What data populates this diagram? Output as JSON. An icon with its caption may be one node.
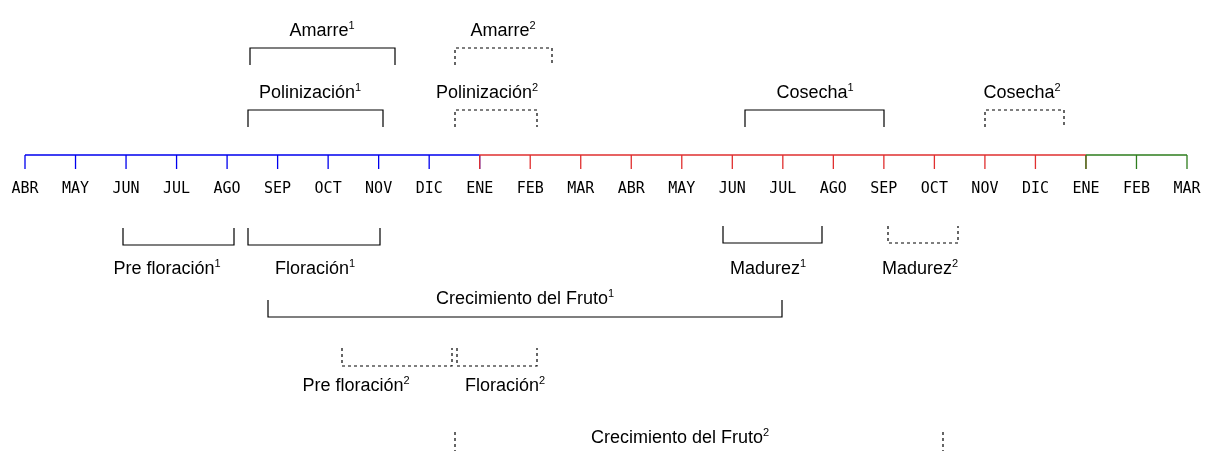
{
  "diagram": {
    "labels": [
      "Amarre$^{1}$",
      "Amarre$^{2}$",
      "Polinización$^{1}$",
      "Polinización$^{2}$",
      "Cosecha$^{1}$",
      "Cosecha$^{2}$",
      "ABR",
      "MAY",
      "JUN",
      "JUL",
      "AGO",
      "SEP",
      "OCT",
      "NOV",
      "DIC",
      "ENE",
      "FEB",
      "MAR",
      "ABR",
      "MAY",
      "JUN",
      "JUL",
      "AGO",
      "SEP",
      "OCT",
      "NOV",
      "DIC",
      "ENE",
      "FEB",
      "MAR",
      "Pre floración$^{1}$",
      "Floración$^{1}$",
      "Madurez$^{1}$",
      "Madurez$^{2}$",
      "Crecimiento del Fruto$^{1}$",
      "Pre floración$^{2}$",
      "Floración$^{2}$",
      "Crecimiento del Fruto$^{2}$"
    ]
  }
}
